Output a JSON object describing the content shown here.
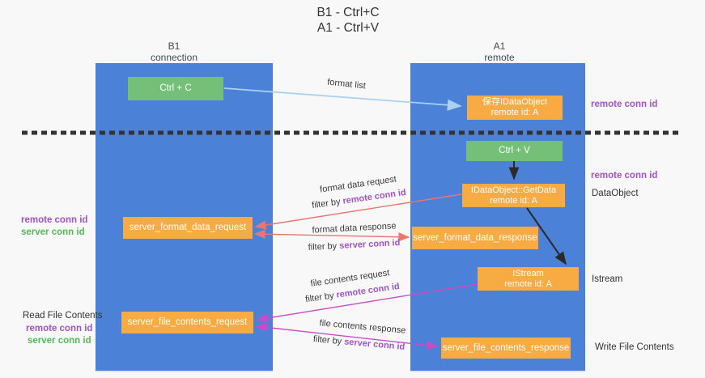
{
  "title": {
    "line1": "B1 - Ctrl+C",
    "line2": "A1 - Ctrl+V"
  },
  "lanes": {
    "left": {
      "name": "B1",
      "role": "connection"
    },
    "right": {
      "name": "A1",
      "role": "remote"
    }
  },
  "nodes": {
    "ctrl_c": {
      "label": "Ctrl + C"
    },
    "ctrl_v": {
      "label": "Ctrl + V"
    },
    "store_dataobject": {
      "line1": "保存IDataObject",
      "line2": "remote id: A"
    },
    "getdata": {
      "line1": "IDataObject::GetData",
      "line2": "remote id: A"
    },
    "istream": {
      "line1": "IStream",
      "line2": "remote id: A"
    },
    "format_request": {
      "label": "server_format_data_request"
    },
    "format_response": {
      "label": "server_format_data_response"
    },
    "file_request": {
      "label": "server_file_contents_request"
    },
    "file_response": {
      "label": "server_file_contents_response"
    }
  },
  "arrow_labels": {
    "format_list": "format list",
    "format_data_request": "format data request",
    "format_data_request_filter": {
      "prefix": "filter by ",
      "key": "remote conn id"
    },
    "format_data_response": "format data response",
    "format_data_response_filter": {
      "prefix": "filter by ",
      "key": "server conn id"
    },
    "file_contents_request": "file contents request",
    "file_contents_request_filter": {
      "prefix": "filter by ",
      "key": "remote conn id"
    },
    "file_contents_response": "file contents response",
    "file_contents_response_filter": {
      "prefix": "filter by ",
      "key": "server conn id"
    }
  },
  "side_labels": {
    "right_remote_conn_id_top": "remote conn id",
    "right_remote_conn_id_mid": "remote conn id",
    "dataobject": "DataObject",
    "istream": "Istream",
    "write_file_contents": "Write File Contents",
    "left_remote_conn_id_1": "remote conn id",
    "left_server_conn_id_1": "server conn id",
    "read_file_contents": "Read File Contents",
    "left_remote_conn_id_2": "remote conn id",
    "left_server_conn_id_2": "server conn id"
  },
  "colors": {
    "lane_blue": "#4b81d7",
    "box_green": "#74c078",
    "box_orange": "#f8aa43",
    "arrow_light_blue": "#a8d2f0",
    "arrow_salmon": "#ec7573",
    "arrow_magenta": "#ca4bc5",
    "arrow_black": "#2a2a2a",
    "dashed_line": "#333333",
    "text_purple": "#a052c8",
    "text_green": "#54b854"
  }
}
